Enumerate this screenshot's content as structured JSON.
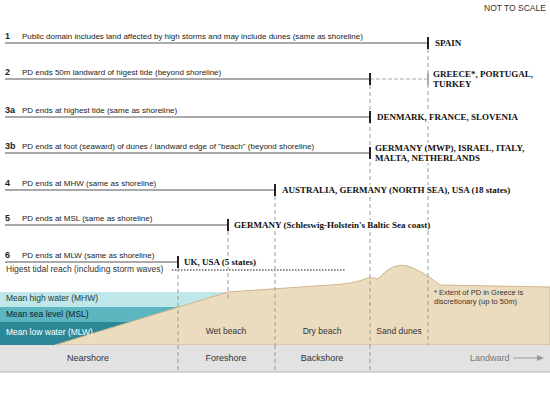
{
  "diagram": {
    "labels": [
      "NOT TO SCALE",
      "1",
      "Public domain includes land affected by high storms and may include dunes (same as shoreline)",
      "SPAIN",
      "2",
      "PD ends 50m landward of higest tide (beyond shoreline)",
      "GREECE*, PORTUGAL, TURKEY",
      "3a",
      "PD ends at highest tide (same as shoreline)",
      "DENMARK, FRANCE, SLOVENIA",
      "3b",
      "PD ends at foot (seaward) of dunes / landward edge of \"beach\" (beyond shoreline)",
      "GERMANY (MWP), ISRAEL, ITALY, MALTA, NETHERLANDS",
      "4",
      "PD ends at MHW (same as shoreline)",
      "AUSTRALIA, GERMANY (NORTH SEA), USA (18 states)",
      "5",
      "PD ends at MSL (same as shoreline)",
      "GERMANY (Schleswig-Holstein's Baltic Sea coast)",
      "6",
      "PD ends at MLW (same as shoreline)",
      "UK, USA (5 states)",
      "Higest tidal reach (including storm waves)",
      "Mean high water (MHW)",
      "Mean sea level (MSL)",
      "Mean low water (MLW)",
      "Wet beach",
      "Dry beach",
      "Sand dunes",
      "* Extent of PD in Greece is discretionary (up to 50m)",
      "Nearshore",
      "Foreshore",
      "Backshore",
      "Landward"
    ]
  }
}
